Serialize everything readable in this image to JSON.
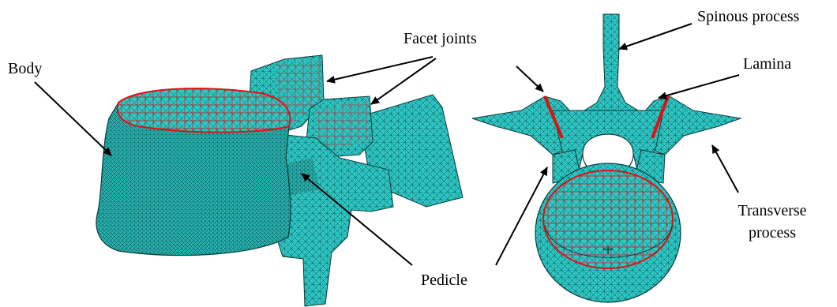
{
  "labels": {
    "body": "Body",
    "facet_joints": "Facet joints",
    "pedicle": "Pedicle",
    "spinous_process": "Spinous process",
    "lamina": "Lamina",
    "transverse_process_line1": "Transverse",
    "transverse_process_line2": "process"
  },
  "colors": {
    "mesh_fill": "#2ec9c6",
    "mesh_line": "#0b3b3a",
    "cut_edge": "#e01010",
    "arrow": "#000000"
  }
}
